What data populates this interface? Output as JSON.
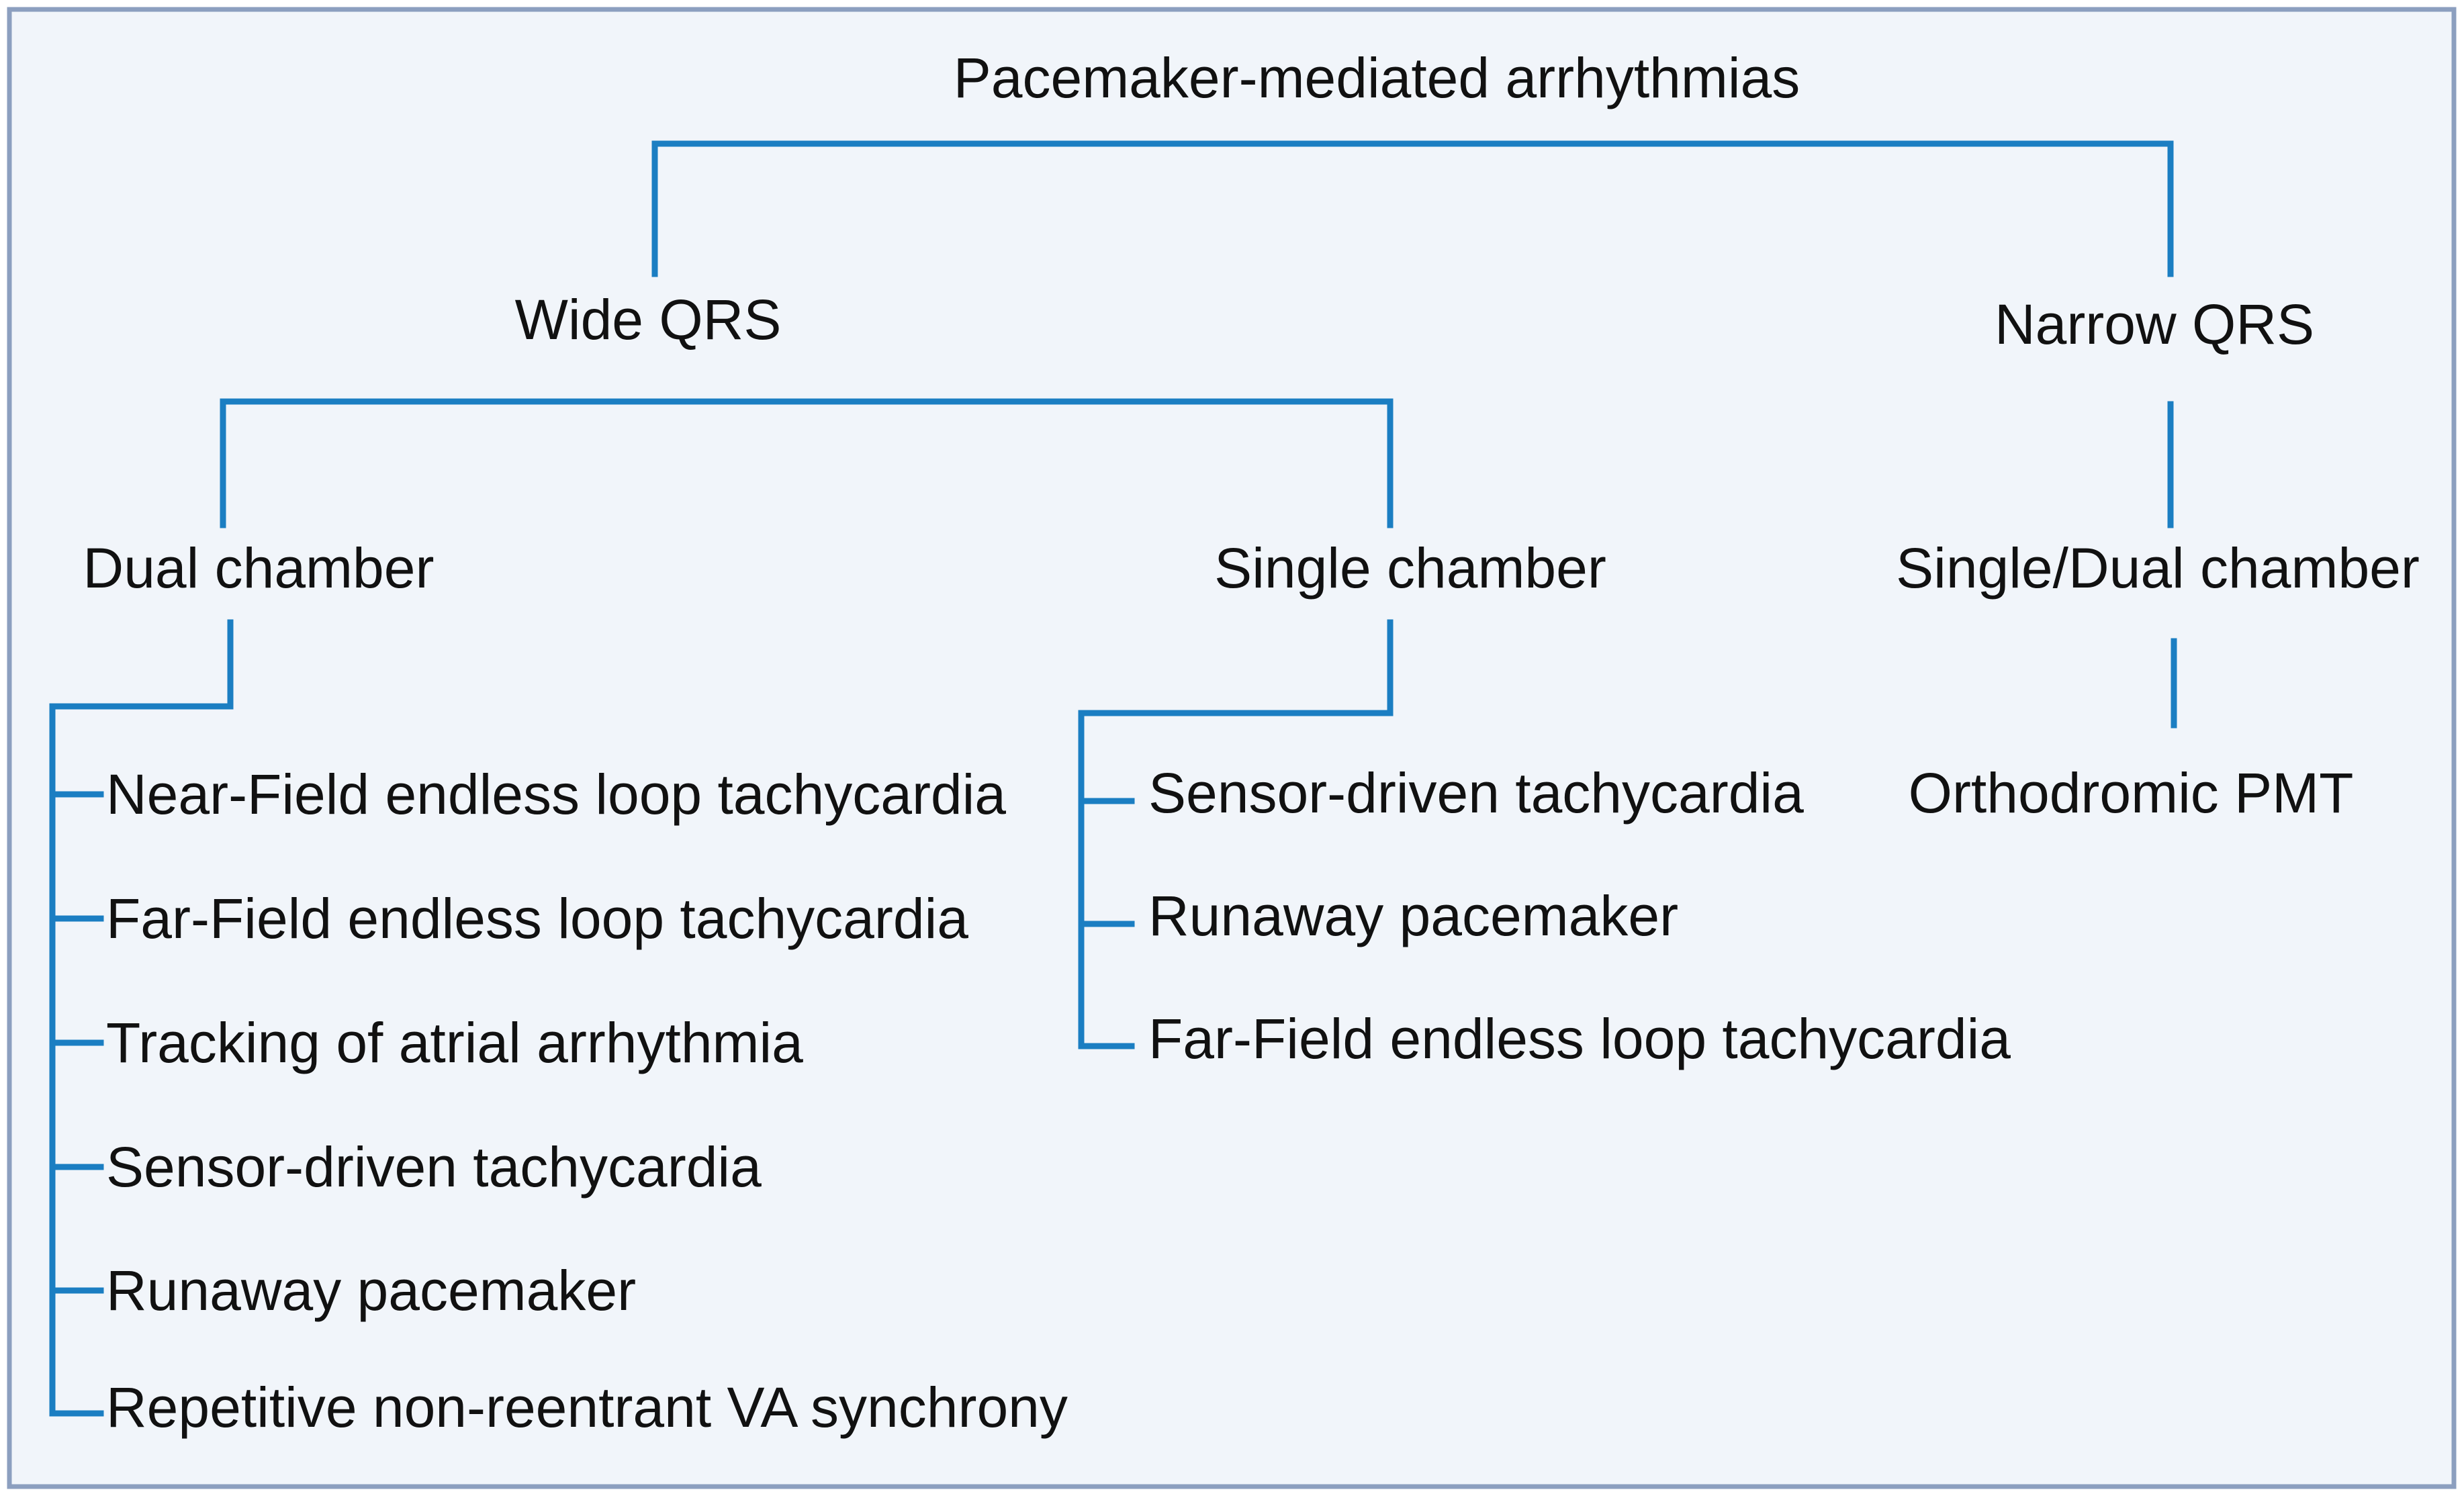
{
  "colors": {
    "background": "#f1f5fa",
    "border": "#8c9fbf",
    "connector": "#1b7ec2",
    "text": "#111111"
  },
  "diagram": {
    "root": "Pacemaker-mediated arrhythmias",
    "wide_qrs": {
      "label": "Wide QRS",
      "dual_chamber": {
        "label": "Dual chamber",
        "items": [
          "Near-Field endless loop tachycardia",
          "Far-Field endless loop tachycardia",
          "Tracking of atrial arrhythmia",
          "Sensor-driven tachycardia",
          "Runaway pacemaker",
          "Repetitive non-reentrant VA synchrony"
        ]
      },
      "single_chamber": {
        "label": "Single chamber",
        "items": [
          "Sensor-driven tachycardia",
          "Runaway pacemaker",
          "Far-Field endless loop tachycardia"
        ]
      }
    },
    "narrow_qrs": {
      "label": "Narrow QRS",
      "single_dual_chamber": {
        "label": "Single/Dual chamber",
        "items": [
          "Orthodromic PMT"
        ]
      }
    }
  }
}
